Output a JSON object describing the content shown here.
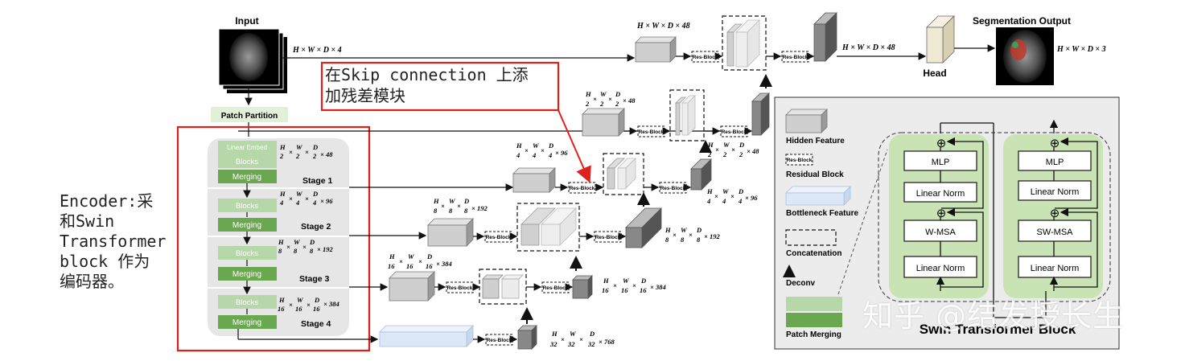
{
  "labels": {
    "input": "Input",
    "segmentation_output": "Segmentation Output",
    "head": "Head",
    "patch_partition": "Patch Partition",
    "linear_embed": "Linear Embed",
    "res_block": "Res-Block",
    "swin_block_title": "Swin Transformer Block"
  },
  "dims": {
    "input": "H × W × D × 4",
    "top_left": "H × W × D × 48",
    "top_right": "H × W × D × 48",
    "output": "H × W × D × 3",
    "s1_frac": [
      "H",
      "2",
      "W",
      "2",
      "D",
      "2"
    ],
    "s1_ch": "× 48",
    "s2_frac": [
      "H",
      "4",
      "W",
      "4",
      "D",
      "4"
    ],
    "s2_ch": "× 96",
    "s3_frac": [
      "H",
      "8",
      "W",
      "8",
      "D",
      "8"
    ],
    "s3_ch": "× 192",
    "s4_frac": [
      "H",
      "16",
      "W",
      "16",
      "D",
      "16"
    ],
    "s4_ch": "× 384",
    "s5_frac": [
      "H",
      "32",
      "W",
      "32",
      "D",
      "32"
    ],
    "s5_ch": "× 768"
  },
  "encoder": {
    "blocks_label": "Blocks",
    "merging_label": "Merging",
    "stages": [
      "Stage 1",
      "Stage 2",
      "Stage 3",
      "Stage 4"
    ]
  },
  "legend": {
    "hidden_feature": "Hidden Feature",
    "residual_block": "Residual Block",
    "bottleneck_feature": "Bottleneck Feature",
    "concatenation": "Concatenation",
    "deconv": "Deconv",
    "patch_merging": "Patch Merging"
  },
  "swin_block": {
    "mlp": "MLP",
    "linear_norm": "Linear Norm",
    "w_msa": "W-MSA",
    "sw_msa": "SW-MSA",
    "plus": "⊕"
  },
  "annotations": {
    "encoder_note": "Encoder:采\n和Swin\nTransformer\nblock 作为\n编码器。",
    "skip_note": "在Skip connection 上添\n加残差模块",
    "watermark": "知乎 @结发授长生"
  },
  "colors": {
    "red_annotation": "#e0201c",
    "merge_green": "#6aa84f",
    "block_light_green": "#b6d7a8",
    "swin_bg_green": "#c9e3b5",
    "panel_bg": "#ececec",
    "stage_bg": "#e6e6e6",
    "cube_gray": "#c8c8c8",
    "bottleneck_blue": "#dde8f7"
  }
}
